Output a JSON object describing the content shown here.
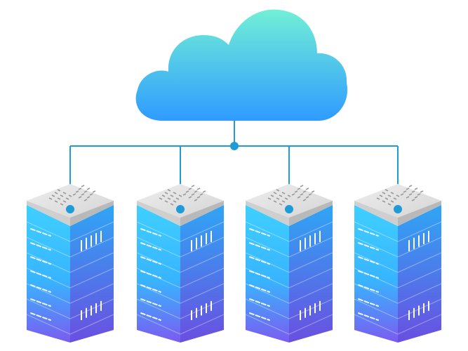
{
  "diagram": {
    "colors": {
      "cloud_top": "#72f0d6",
      "cloud_bottom": "#2f9bff",
      "connector": "#1f9bd8",
      "server_top": "#ededed",
      "server_body_top": "#3fd0ff",
      "server_body_bottom": "#7a5cf0"
    },
    "nodes": [
      {
        "id": "cloud",
        "icon": "cloud-icon"
      },
      {
        "id": "server-1",
        "icon": "server-rack-icon"
      },
      {
        "id": "server-2",
        "icon": "server-rack-icon"
      },
      {
        "id": "server-3",
        "icon": "server-rack-icon"
      },
      {
        "id": "server-4",
        "icon": "server-rack-icon"
      }
    ],
    "edges": [
      {
        "from": "cloud",
        "to": "server-1"
      },
      {
        "from": "cloud",
        "to": "server-2"
      },
      {
        "from": "cloud",
        "to": "server-3"
      },
      {
        "from": "cloud",
        "to": "server-4"
      }
    ]
  }
}
